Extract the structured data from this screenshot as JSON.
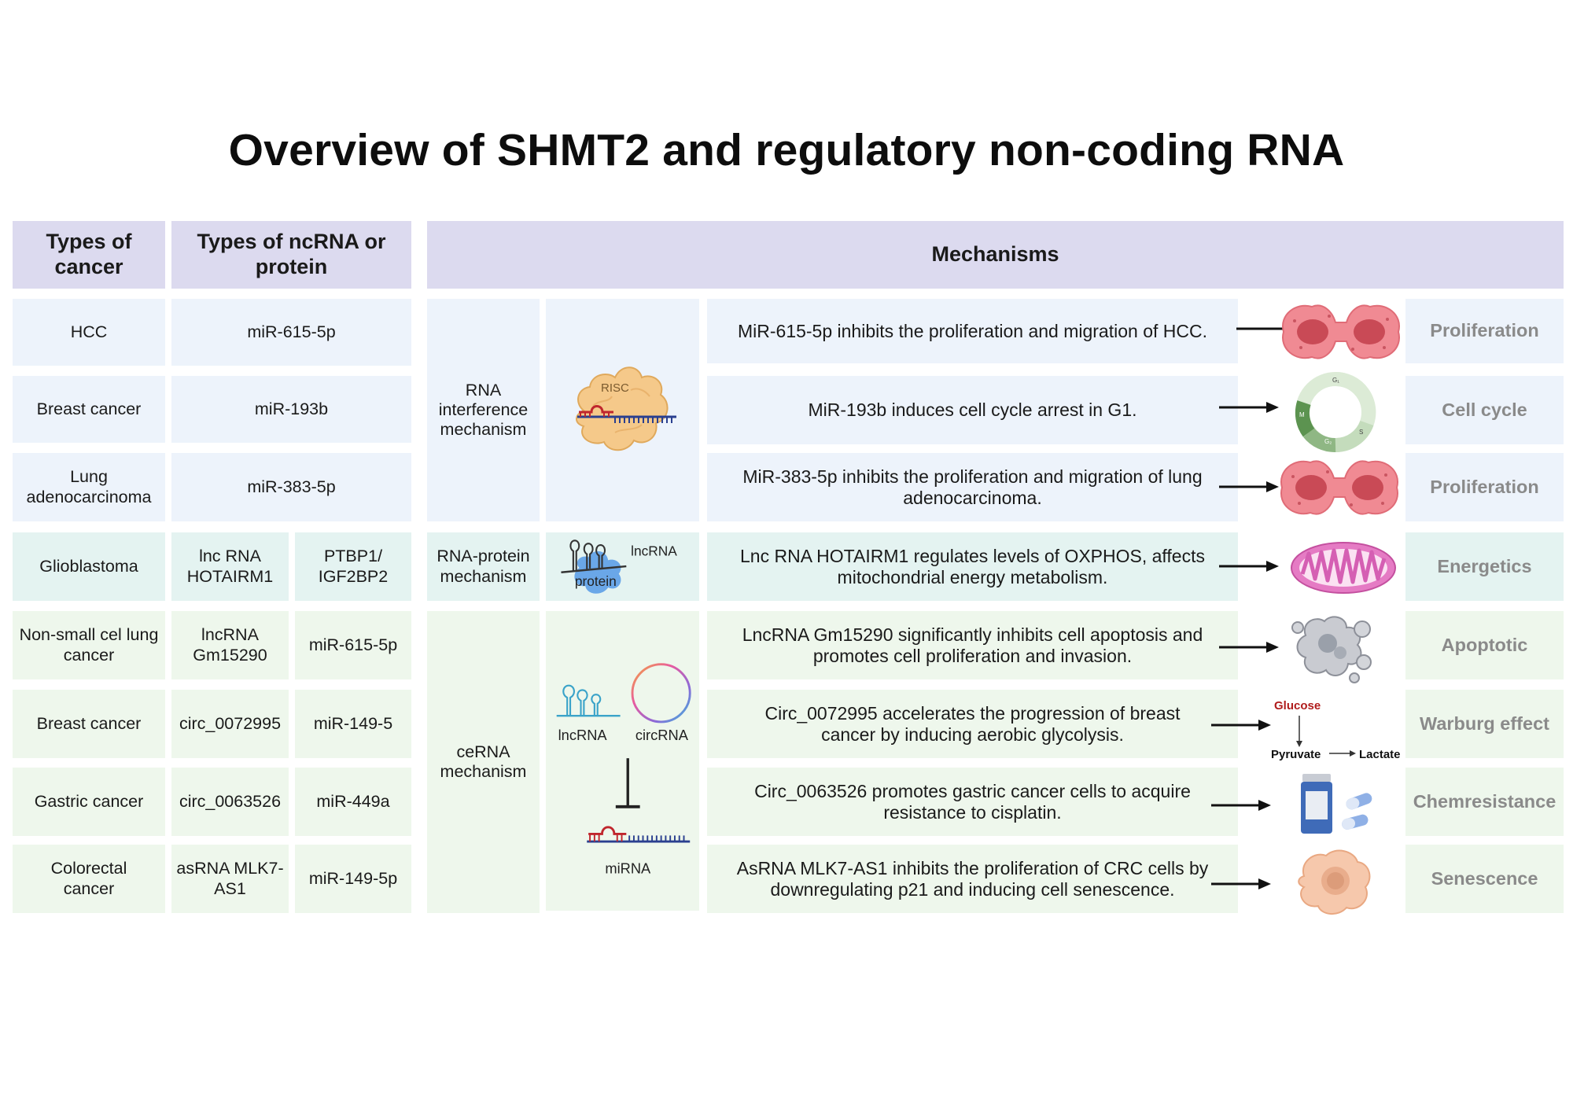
{
  "title": "Overview of SHMT2 and regulatory non-coding RNA",
  "headers": {
    "cancer": "Types of cancer",
    "ncrna": "Types of ncRNA or protein",
    "mechanisms": "Mechanisms"
  },
  "rows": [
    {
      "cancer": "HCC",
      "ncrna": "miR-615-5p",
      "mechanism": "MiR-615-5p inhibits the proliferation and migration of HCC.",
      "outcome": "Proliferation",
      "icon": "dividing-cell-icon"
    },
    {
      "cancer": "Breast cancer",
      "ncrna": "miR-193b",
      "mechanism": "MiR-193b induces cell cycle arrest in G1.",
      "outcome": "Cell cycle",
      "icon": "cell-cycle-icon"
    },
    {
      "cancer": "Lung adenocarcinoma",
      "ncrna": "miR-383-5p",
      "mechanism": "MiR-383-5p inhibits the proliferation and migration of lung adenocarcinoma.",
      "outcome": "Proliferation",
      "icon": "dividing-cell-icon"
    },
    {
      "cancer": "Glioblastoma",
      "ncrna": "lnc RNA HOTAIRM1",
      "partner": "PTBP1/ IGF2BP2",
      "mechanism": "Lnc RNA HOTAIRM1 regulates levels of OXPHOS, affects mitochondrial energy metabolism.",
      "outcome": "Energetics",
      "icon": "mitochondrion-icon"
    },
    {
      "cancer": "Non-small cel lung cancer",
      "ncrna": "lncRNA Gm15290",
      "partner": "miR-615-5p",
      "mechanism": "LncRNA Gm15290 significantly inhibits cell apoptosis and promotes cell proliferation and invasion.",
      "outcome": "Apoptotic",
      "icon": "apoptotic-cell-icon"
    },
    {
      "cancer": "Breast cancer",
      "ncrna": "circ_0072995",
      "partner": "miR-149-5",
      "mechanism": "Circ_0072995 accelerates the progression of breast cancer by inducing aerobic glycolysis.",
      "outcome": "Warburg effect",
      "icon": "glycolysis-icon"
    },
    {
      "cancer": "Gastric cancer",
      "ncrna": "circ_0063526",
      "partner": "miR-449a",
      "mechanism": "Circ_0063526 promotes gastric cancer cells to acquire resistance to cisplatin.",
      "outcome": "Chemresistance",
      "icon": "drug-bottle-icon"
    },
    {
      "cancer": "Colorectal cancer",
      "ncrna": "asRNA MLK7-AS1",
      "partner": "miR-149-5p",
      "mechanism": "AsRNA MLK7-AS1 inhibits the proliferation of CRC cells by downregulating p21 and inducing cell senescence.",
      "outcome": "Senescence",
      "icon": "senescent-cell-icon"
    }
  ],
  "mechanism_groups": {
    "rnai": "RNA interference mechanism",
    "rna_protein": "RNA-protein mechanism",
    "cerna": "ceRNA mechanism"
  },
  "illustration_labels": {
    "risc": "RISC",
    "lncrna": "lncRNA",
    "protein": "protein",
    "cerna_lncrna": "lncRNA",
    "circrna": "circRNA",
    "mirna": "miRNA",
    "glucose": "Glucose",
    "pyruvate": "Pyruvate",
    "lactate": "Lactate",
    "g1": "G₁",
    "s": "S",
    "g2": "G₂",
    "m": "M"
  },
  "colors": {
    "header": "#dcdaef",
    "rnai": "#edf3fb",
    "rna_protein": "#e4f3f1",
    "cerna": "#eef7ec",
    "glucose": "#b01c1c"
  }
}
